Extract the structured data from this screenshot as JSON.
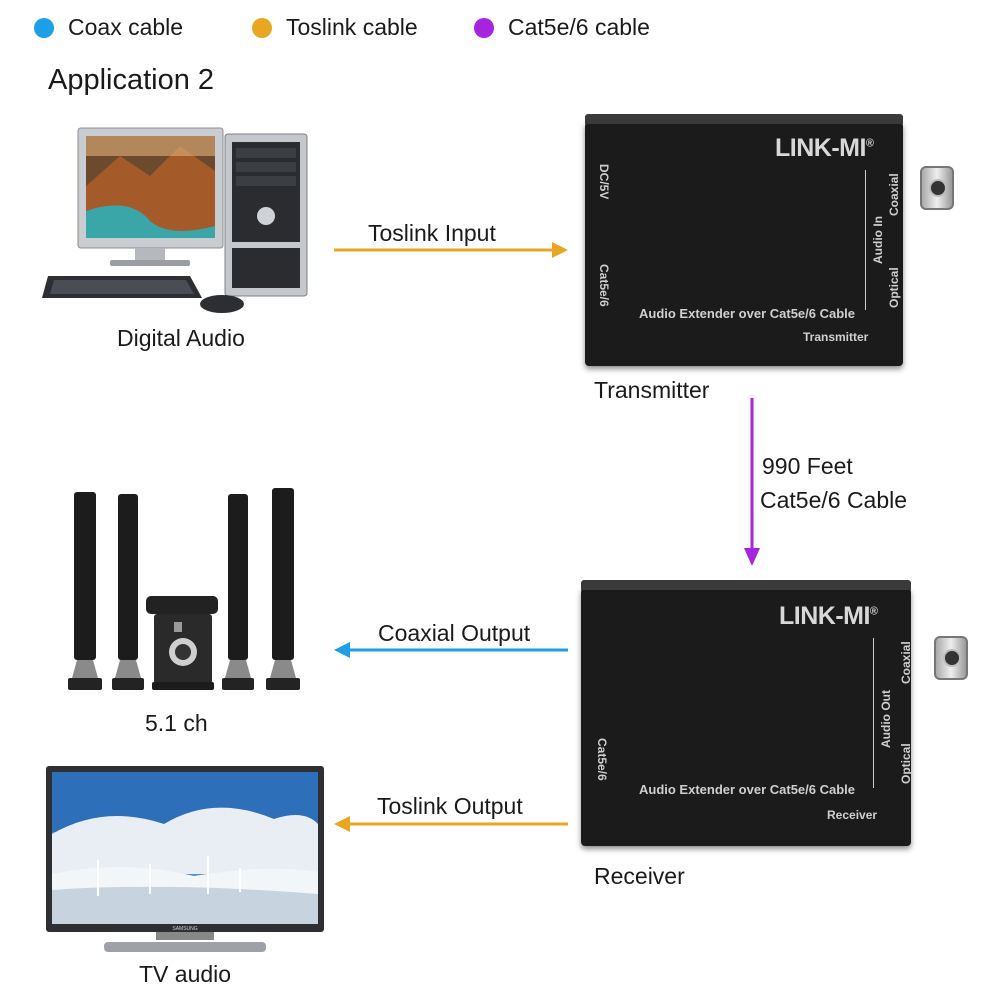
{
  "legend": [
    {
      "label": "Coax cable",
      "color": "#1e9ee6"
    },
    {
      "label": "Toslink cable",
      "color": "#e8a623"
    },
    {
      "label": "Cat5e/6 cable",
      "color": "#a723e0"
    }
  ],
  "title": "Application 2",
  "devices": {
    "source_caption": "Digital Audio",
    "speakers_caption": "5.1 ch",
    "tv_caption": "TV audio",
    "transmitter_caption": "Transmitter",
    "receiver_caption": "Receiver"
  },
  "connections": {
    "toslink_input": "Toslink Input",
    "cat_line1": "990 Feet",
    "cat_line2": "Cat5e/6 Cable",
    "coaxial_output": "Coaxial Output",
    "toslink_output": "Toslink Output"
  },
  "transmitter_box": {
    "brand": "LINK-MI",
    "reg": "®",
    "product": "Audio Extender over Cat5e/6 Cable",
    "role": "Transmitter",
    "dc": "DC/5V",
    "cat": "Cat5e/6",
    "coaxial": "Coaxial",
    "audio_in": "Audio In",
    "optical": "Optical"
  },
  "receiver_box": {
    "brand": "LINK-MI",
    "reg": "®",
    "product": "Audio Extender over Cat5e/6 Cable",
    "role": "Receiver",
    "cat": "Cat5e/6",
    "coaxial": "Coaxial",
    "audio_out": "Audio Out",
    "optical": "Optical"
  },
  "tv_brand": "SAMSUNG",
  "icons": [
    "computer-icon",
    "speaker-system-icon",
    "tv-icon"
  ]
}
